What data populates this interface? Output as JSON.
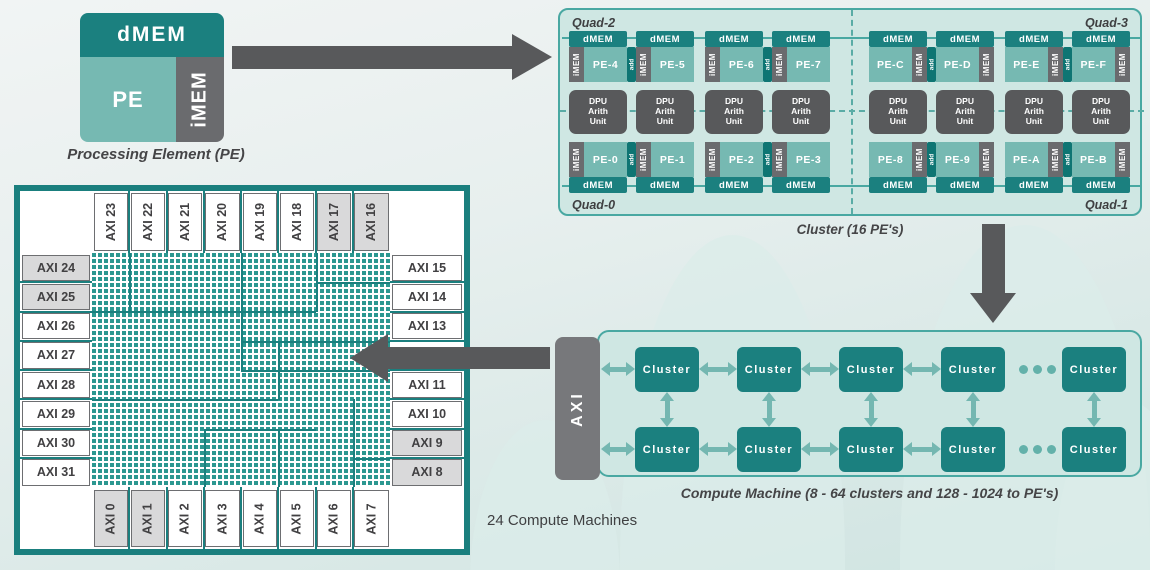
{
  "pe_block": {
    "dmem": "dMEM",
    "pe": "PE",
    "imem": "iMEM",
    "caption": "Processing Element (PE)"
  },
  "cluster": {
    "caption": "Cluster (16 PE's)",
    "quad_labels": {
      "top_left": "Quad-2",
      "top_right": "Quad-3",
      "bottom_left": "Quad-0",
      "bottom_right": "Quad-1"
    },
    "dmem": "dMEM",
    "imem": "iMEM",
    "add": "add",
    "dpu_lines": [
      "DPU",
      "Arith",
      "Unit"
    ],
    "dpu_count": 8,
    "top_row_pes": [
      "PE-4",
      "PE-5",
      "PE-6",
      "PE-7",
      "PE-C",
      "PE-D",
      "PE-E",
      "PE-F"
    ],
    "bottom_row_pes": [
      "PE-0",
      "PE-1",
      "PE-2",
      "PE-3",
      "PE-8",
      "PE-9",
      "PE-A",
      "PE-B"
    ]
  },
  "compute_machine": {
    "caption": "Compute Machine (8 - 64 clusters and 128 - 1024 to PE's)",
    "axi": "AXI",
    "cluster_node": "Cluster",
    "rows": 2,
    "clusters_per_row": 5,
    "ellipsis_dots": 3
  },
  "chip_grid": {
    "top_labels": [
      {
        "label": "AXI 23",
        "gray": false
      },
      {
        "label": "AXI 22",
        "gray": false
      },
      {
        "label": "AXI 21",
        "gray": false
      },
      {
        "label": "AXI 20",
        "gray": false
      },
      {
        "label": "AXI 19",
        "gray": false
      },
      {
        "label": "AXI 18",
        "gray": false
      },
      {
        "label": "AXI 17",
        "gray": true
      },
      {
        "label": "AXI 16",
        "gray": true
      }
    ],
    "bottom_labels": [
      {
        "label": "AXI 0",
        "gray": true
      },
      {
        "label": "AXI 1",
        "gray": true
      },
      {
        "label": "AXI 2",
        "gray": false
      },
      {
        "label": "AXI 3",
        "gray": false
      },
      {
        "label": "AXI 4",
        "gray": false
      },
      {
        "label": "AXI 5",
        "gray": false
      },
      {
        "label": "AXI 6",
        "gray": false
      },
      {
        "label": "AXI 7",
        "gray": false
      }
    ],
    "left_labels": [
      {
        "label": "AXI 24",
        "gray": true
      },
      {
        "label": "AXI 25",
        "gray": true
      },
      {
        "label": "AXI 26",
        "gray": false
      },
      {
        "label": "AXI 27",
        "gray": false
      },
      {
        "label": "AXI 28",
        "gray": false
      },
      {
        "label": "AXI 29",
        "gray": false
      },
      {
        "label": "AXI 30",
        "gray": false
      },
      {
        "label": "AXI 31",
        "gray": false
      }
    ],
    "right_labels": [
      {
        "label": "AXI 15",
        "gray": false
      },
      {
        "label": "AXI 14",
        "gray": false
      },
      {
        "label": "AXI 13",
        "gray": false
      },
      {
        "label": "",
        "gray": false
      },
      {
        "label": "AXI 11",
        "gray": false
      },
      {
        "label": "AXI 10",
        "gray": false
      },
      {
        "label": "AXI 9",
        "gray": true
      },
      {
        "label": "AXI 8",
        "gray": true
      }
    ]
  },
  "note": "24 Compute Machines",
  "colors": {
    "dark_teal": "#1b807f",
    "pe_teal": "#76b9b2",
    "unit_gray": "#6a6b6e",
    "dpu_gray": "#58595b",
    "add_teal": "#0e7573",
    "panel_bg": "#cfe7e3",
    "panel_border": "#49a8a2",
    "arrow_gray": "#58595b",
    "arrow_teal": "#74b7b1",
    "checker_teal": "#2b9790",
    "grid_border": "#1a7f7e",
    "label_gray": "#d9d9da",
    "text_dark": "#414042"
  }
}
